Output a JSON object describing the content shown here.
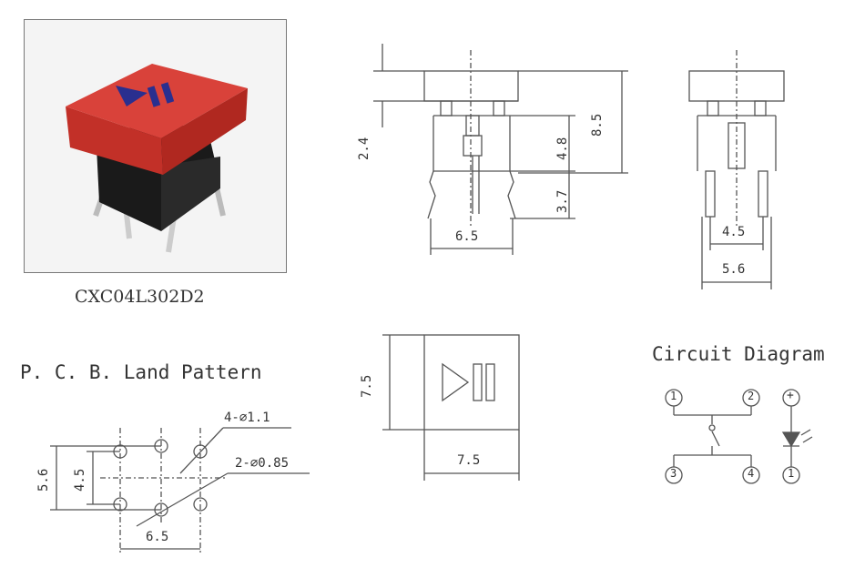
{
  "product": {
    "model": "CXC04L302D2",
    "icon": "play-pause-icon",
    "cap_color": "#d9423a",
    "icon_color": "#2a2f8f"
  },
  "side_view": {
    "dims": {
      "top_gap": "2.4",
      "stem": "4.8",
      "pin": "3.7",
      "height": "8.5",
      "width": "6.5"
    }
  },
  "front_view": {
    "dims": {
      "inner": "4.5",
      "outer": "5.6"
    }
  },
  "top_view": {
    "dims": {
      "height": "7.5",
      "width": "7.5"
    }
  },
  "pcb": {
    "title": "P. C. B. Land Pattern",
    "dims": {
      "hole_large": "4-⌀1.1",
      "hole_small": "2-⌀0.85",
      "outer": "5.6",
      "inner": "4.5",
      "width": "6.5"
    }
  },
  "circuit": {
    "title": "Circuit Diagram",
    "pins": [
      "1",
      "2",
      "3",
      "4"
    ],
    "led_plus": "+",
    "led_minus": "1"
  }
}
